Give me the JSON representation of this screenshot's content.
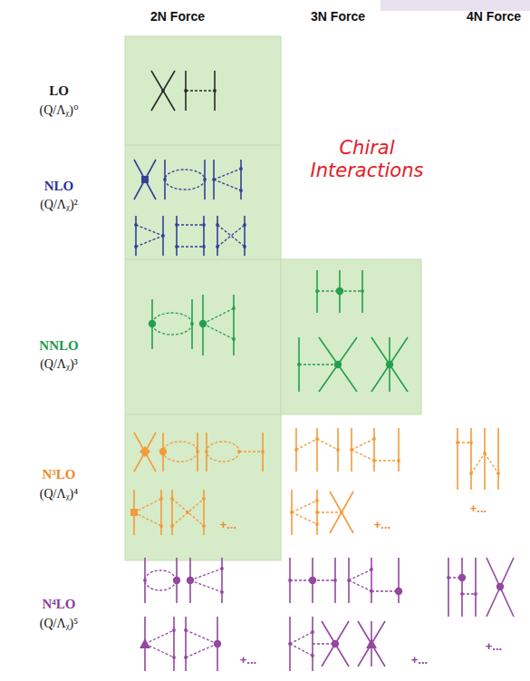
{
  "diagram": {
    "labels": [
      "2N Force",
      "3N Force",
      "4N Force",
      "LO",
      "(Q/Λᵪ)⁰",
      "Chiral Interactions",
      "NLO",
      "(Q/Λᵪ)²",
      "NNLO",
      "(Q/Λᵪ)³",
      "N³LO",
      "(Q/Λᵪ)⁴",
      "+...",
      "+...",
      "+...",
      "N⁴LO",
      "(Q/Λᵪ)⁵",
      "+...",
      "+...",
      "+..."
    ]
  }
}
